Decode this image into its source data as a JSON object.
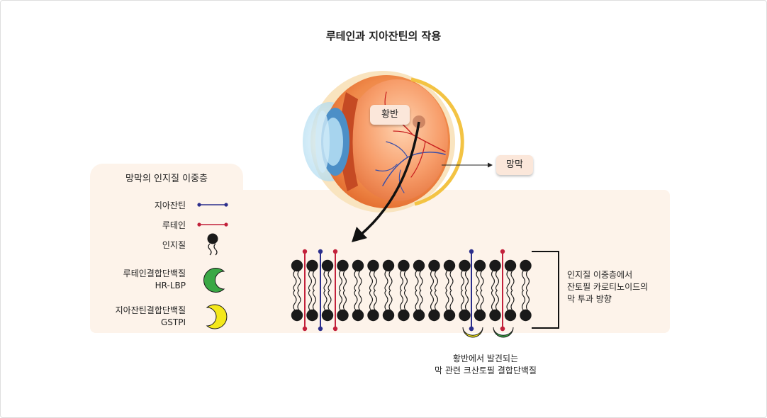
{
  "title": "루테인과 지아잔틴의 작용",
  "panel_title": "망막의 인지질 이중층",
  "legend": {
    "zeaxanthin": "지아잔틴",
    "lutein": "루테인",
    "phospholipid": "인지질",
    "hr_lbp_line1": "루테인결합단백질",
    "hr_lbp_line2": "HR-LBP",
    "gstpi_line1": "지아잔틴결합단백질",
    "gstpi_line2": "GSTPI"
  },
  "callouts": {
    "macula": "황반",
    "retina": "망막"
  },
  "notes": {
    "bilayer_line1": "인지질 이중층에서",
    "bilayer_line2": "잔토필 카로티노이드의",
    "bilayer_line3": "막 투과 방향",
    "protein_line1": "황반에서 발견되는",
    "protein_line2": "막 관련 크산토필 결합단백질"
  },
  "colors": {
    "zeaxanthin": "#2b2e8c",
    "lutein": "#c2203a",
    "lipid": "#1a1a1a",
    "hr_lbp": "#3aa845",
    "gstpi": "#f4e81a",
    "panel": "#fdf3ea",
    "callout": "#fbe7da"
  }
}
